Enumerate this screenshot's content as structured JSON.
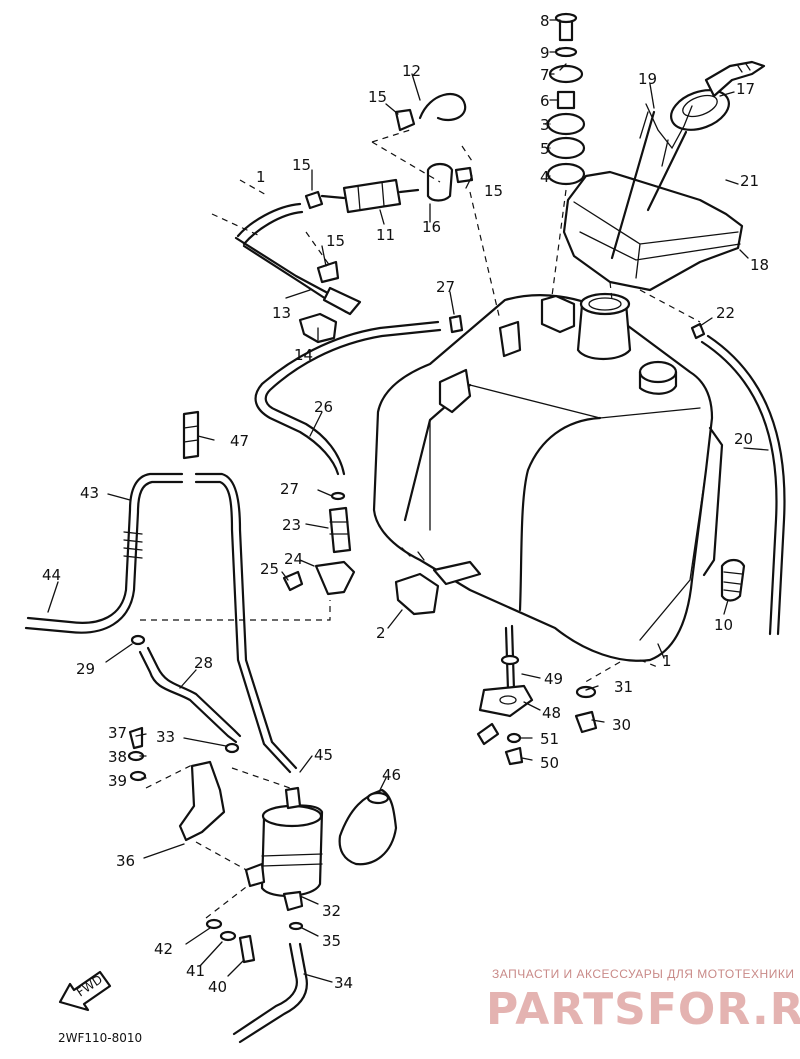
{
  "diagram": {
    "code": "2WF110-8010",
    "fwd_label": "FWD",
    "part_numbers": [
      "8",
      "9",
      "7",
      "6",
      "3",
      "5",
      "4",
      "12",
      "15",
      "17",
      "19",
      "21",
      "1",
      "11",
      "16",
      "18",
      "13",
      "14",
      "27",
      "22",
      "26",
      "20",
      "47",
      "43",
      "44",
      "23",
      "24",
      "25",
      "2",
      "10",
      "29",
      "28",
      "31",
      "49",
      "48",
      "30",
      "51",
      "50",
      "37",
      "38",
      "39",
      "33",
      "45",
      "46",
      "36",
      "32",
      "42",
      "41",
      "40",
      "35",
      "34"
    ]
  },
  "watermark": {
    "tagline": "ЗАПЧАСТИ И АКСЕССУАРЫ ДЛЯ МОТОТЕХНИКИ",
    "brand": "PARTSFOR.RU"
  }
}
